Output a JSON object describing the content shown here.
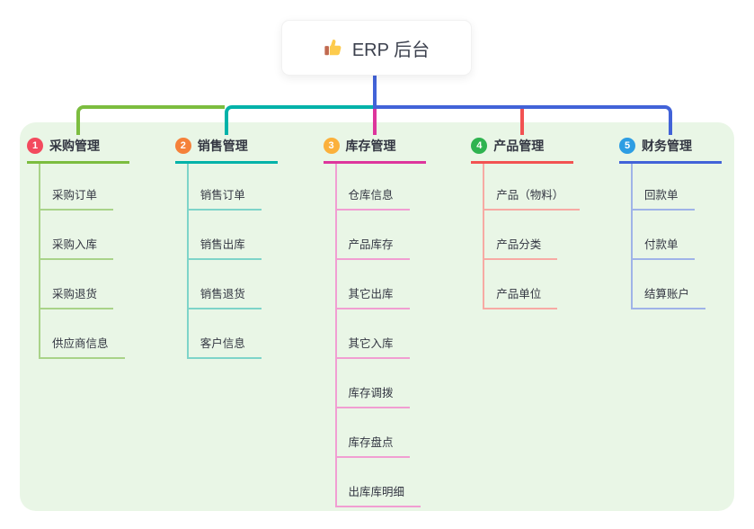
{
  "root": {
    "title": "ERP 后台",
    "icon": "thumbs-up-icon",
    "line_color": "#4263d8"
  },
  "panel": {
    "bg": "#e9f6e6"
  },
  "branches": [
    {
      "badge": "1",
      "label": "采购管理",
      "colors": {
        "badge": "#f34a5e",
        "line": "#7cbd3f",
        "light": "#a9d389"
      },
      "children": [
        "采购订单",
        "采购入库",
        "采购退货",
        "供应商信息"
      ]
    },
    {
      "badge": "2",
      "label": "销售管理",
      "colors": {
        "badge": "#f5813a",
        "line": "#00b2a9",
        "light": "#7ed4c9"
      },
      "children": [
        "销售订单",
        "销售出库",
        "销售退货",
        "客户信息"
      ]
    },
    {
      "badge": "3",
      "label": "库存管理",
      "colors": {
        "badge": "#fbb03b",
        "line": "#dd359c",
        "light": "#f19ed2"
      },
      "children": [
        "仓库信息",
        "产品库存",
        "其它出库",
        "其它入库",
        "库存调拨",
        "库存盘点",
        "出库库明细"
      ]
    },
    {
      "badge": "4",
      "label": "产品管理",
      "colors": {
        "badge": "#2fb350",
        "line": "#f25252",
        "light": "#f7aaa4"
      },
      "children": [
        "产品（物料）",
        "产品分类",
        "产品单位"
      ]
    },
    {
      "badge": "5",
      "label": "财务管理",
      "colors": {
        "badge": "#2d9de3",
        "line": "#4263d8",
        "light": "#9fb3e8"
      },
      "children": [
        "回款单",
        "付款单",
        "结算账户"
      ]
    }
  ]
}
